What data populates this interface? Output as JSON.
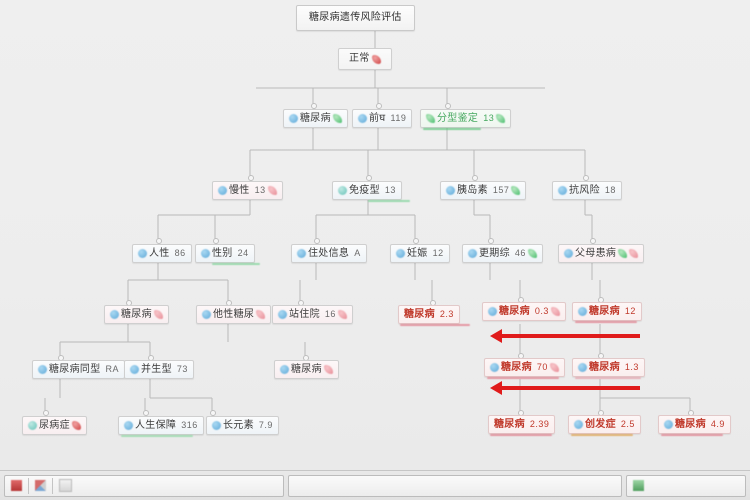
{
  "diagram": {
    "title": "糖尿病遗传风险评估",
    "root_label": "糖尿病遗传风险评估",
    "normal_label": "正常",
    "normal_icon": "red-marker-icon",
    "background_color": "#ececec",
    "accent_red": "#e01b1b",
    "accent_green": "#4cbf70",
    "accent_blue": "#5fa9d8",
    "nodes": [
      {
        "id": "n-root",
        "label": "糖尿病遗传风险评估",
        "value": "",
        "level": 0
      },
      {
        "id": "n-normal",
        "label": "正常",
        "value": "",
        "level": 1
      },
      {
        "id": "n-2-1",
        "label": "糖尿病",
        "value": "",
        "level": 2
      },
      {
        "id": "n-2-2",
        "label": "前घ",
        "value": "119",
        "level": 2
      },
      {
        "id": "n-2-3",
        "label": "分型鉴定",
        "value": "13",
        "level": 2
      },
      {
        "id": "n-3-1",
        "label": "慢性",
        "value": "13",
        "level": 3
      },
      {
        "id": "n-3-2",
        "label": "免疫型",
        "value": "13",
        "level": 3
      },
      {
        "id": "n-3-3",
        "label": "胰岛素",
        "value": "157",
        "level": 3
      },
      {
        "id": "n-3-4",
        "label": "抗风险",
        "value": "18",
        "level": 3
      },
      {
        "id": "n-4-1",
        "label": "人性",
        "value": "86",
        "level": 4
      },
      {
        "id": "n-4-2",
        "label": "性别",
        "value": "24",
        "level": 4
      },
      {
        "id": "n-4-3",
        "label": "住处信息",
        "value": "A",
        "level": 4
      },
      {
        "id": "n-4-4",
        "label": "妊娠",
        "value": "12",
        "level": 4
      },
      {
        "id": "n-4-5",
        "label": "更期综",
        "value": "46",
        "level": 4
      },
      {
        "id": "n-4-6",
        "label": "父母患病",
        "value": "",
        "level": 4
      },
      {
        "id": "n-5-1",
        "label": "糖尿病",
        "value": "",
        "level": 5
      },
      {
        "id": "n-5-2",
        "label": "他性糖尿",
        "value": "",
        "level": 5
      },
      {
        "id": "n-5-3",
        "label": "站住院",
        "value": "16",
        "level": 5
      },
      {
        "id": "n-5-4",
        "label": "糖尿病",
        "value": "2.3",
        "level": 5
      },
      {
        "id": "n-5-5",
        "label": "糖尿病",
        "value": "0.3",
        "level": 5
      },
      {
        "id": "n-5-6",
        "label": "糖尿病",
        "value": "12",
        "level": 5
      },
      {
        "id": "n-6-1",
        "label": "糖尿病同型",
        "value": "RA",
        "level": 6
      },
      {
        "id": "n-6-2",
        "label": "并生型",
        "value": "73",
        "level": 6
      },
      {
        "id": "n-6-3",
        "label": "糖尿病",
        "value": "",
        "level": 6
      },
      {
        "id": "n-6-4",
        "label": "糖尿病",
        "value": "",
        "level": 6
      },
      {
        "id": "n-6-5",
        "label": "糖尿病",
        "value": "70",
        "level": 6
      },
      {
        "id": "n-6-6",
        "label": "糖尿病",
        "value": "1.3",
        "level": 6
      },
      {
        "id": "n-7-1",
        "label": "尿病症",
        "value": "",
        "level": 7
      },
      {
        "id": "n-7-2",
        "label": "人生保障",
        "value": "316",
        "level": 7
      },
      {
        "id": "n-7-3",
        "label": "长元素",
        "value": "7.9",
        "level": 7
      },
      {
        "id": "n-7-4",
        "label": "糖尿病",
        "value": "2.39",
        "level": 7
      },
      {
        "id": "n-7-5",
        "label": "创发症",
        "value": "2.5",
        "level": 7
      },
      {
        "id": "n-7-6",
        "label": "糖尿病",
        "value": "4.9",
        "level": 7
      }
    ],
    "arrows": [
      {
        "id": "arrow-upper",
        "direction": "left"
      },
      {
        "id": "arrow-lower",
        "direction": "left"
      }
    ]
  },
  "taskbar": {
    "groups": [
      {
        "id": "tb-group-1",
        "icons": [
          "red-square-icon",
          "multicolor-icon",
          "grey-square-icon"
        ]
      },
      {
        "id": "tb-group-2",
        "icons": []
      },
      {
        "id": "tb-group-3",
        "icons": [
          "green-square-icon"
        ]
      }
    ]
  }
}
